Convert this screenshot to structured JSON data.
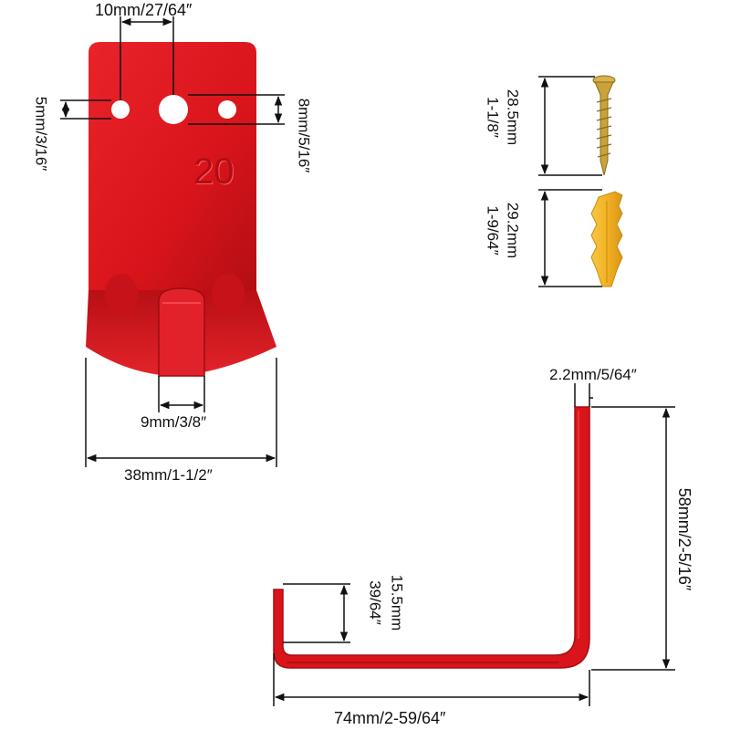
{
  "front_view": {
    "hole_spacing": "10mm/27/64″",
    "small_hole": "5mm/3/16″",
    "large_hole": "8mm/5/16″",
    "embossed_number": "20",
    "lip_width": "9mm/3/8″",
    "total_width": "38mm/1-1/2″"
  },
  "hardware": {
    "screw_length_mm": "28.5mm",
    "screw_length_in": "1-1/8″",
    "anchor_length_mm": "29.2mm",
    "anchor_length_in": "1-9/64″"
  },
  "side_view": {
    "thickness": "2.2mm/5/64″",
    "height": "58mm/2-5/16″",
    "lip_height_mm": "15.5mm",
    "lip_height_in": "39/64″",
    "depth": "74mm/2-59/64″"
  },
  "colors": {
    "bracket_red": "#d9141b",
    "bracket_dark": "#a80d12",
    "anchor_yellow": "#f2b322",
    "screw_gold": "#c9a23a",
    "dimension_line": "#111111"
  }
}
